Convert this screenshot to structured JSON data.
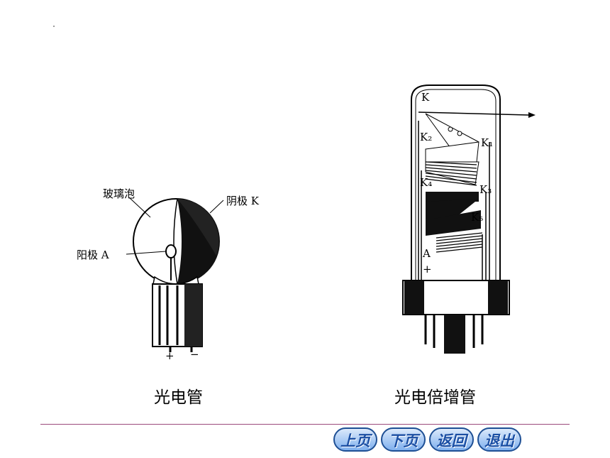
{
  "left_figure": {
    "caption": "光电管",
    "labels": {
      "glass_bulb": "玻璃泡",
      "cathode": "阴极 K",
      "anode": "阳极 A",
      "plus": "+",
      "minus": "−"
    }
  },
  "right_figure": {
    "caption": "光电倍增管",
    "labels": {
      "K": "K",
      "K1": "K₁",
      "K2": "K₂",
      "K4": "K₄",
      "K3": "K₃",
      "K5": "K₅",
      "A": "A",
      "plus": "+"
    }
  },
  "nav": {
    "prev": "上页",
    "next": "下页",
    "back": "返回",
    "exit": "退出"
  }
}
